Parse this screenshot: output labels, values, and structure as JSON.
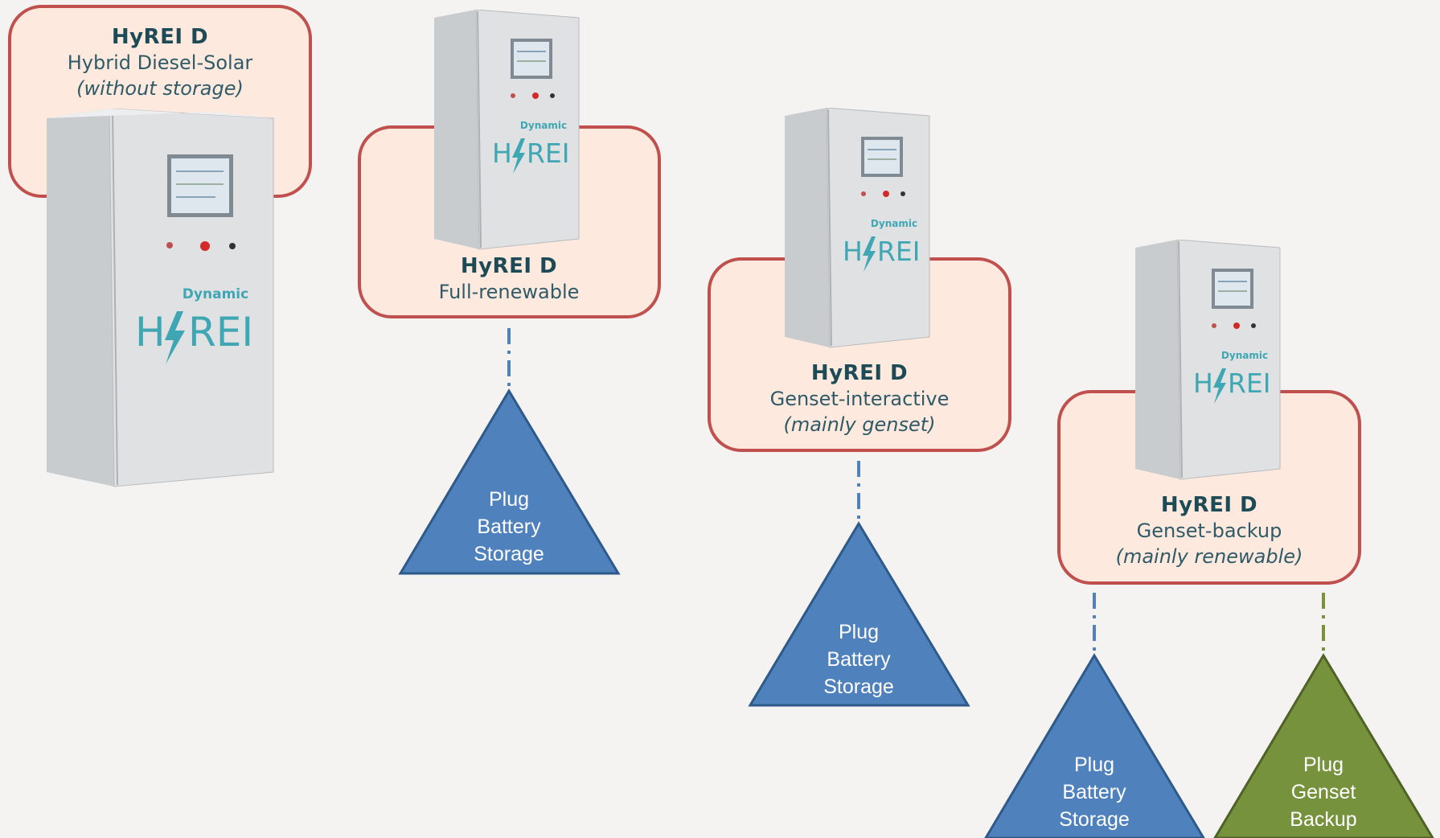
{
  "colors": {
    "card_fill": "#fde9dd",
    "card_border": "#c0504d",
    "battery_fill": "#4f81bd",
    "battery_border": "#2e5a8a",
    "genset_fill": "#76923c",
    "genset_border": "#4f6228",
    "cabinet_logo": "#3fa7b3"
  },
  "cabinet_logo": {
    "word": "Dynamic",
    "brand_left": "H",
    "brand_right": "REI"
  },
  "cards": [
    {
      "title": "HyREI  D",
      "line1": "Hybrid Diesel-Solar",
      "line2": "(without storage)"
    },
    {
      "title": "HyREI  D",
      "line1": "Full-renewable",
      "line2": ""
    },
    {
      "title": "HyREI  D",
      "line1": "Genset-interactive",
      "line2": "(mainly genset)"
    },
    {
      "title": "HyREI D",
      "line1": "Genset-backup",
      "line2": "(mainly renewable)"
    }
  ],
  "plugs": [
    {
      "line1": "Plug",
      "line2": "Battery",
      "line3": "Storage",
      "type": "battery"
    },
    {
      "line1": "Plug",
      "line2": "Battery",
      "line3": "Storage",
      "type": "battery"
    },
    {
      "line1": "Plug",
      "line2": "Battery",
      "line3": "Storage",
      "type": "battery"
    },
    {
      "line1": "Plug",
      "line2": "Genset",
      "line3": "Backup",
      "type": "genset"
    }
  ]
}
